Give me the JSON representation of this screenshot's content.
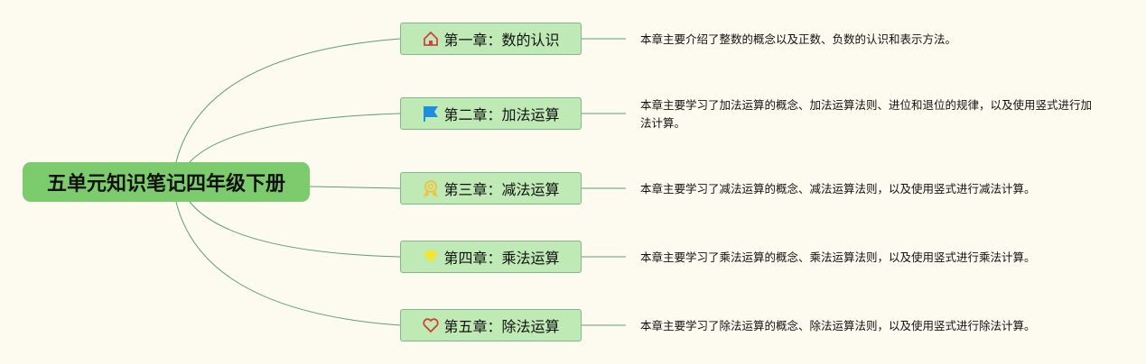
{
  "root": {
    "title": "五单元知识笔记四年级下册"
  },
  "chapters": [
    {
      "label": "第一章：数的认识",
      "icon": "home-icon",
      "desc": "本章主要介绍了整数的概念以及正数、负数的认识和表示方法。"
    },
    {
      "label": "第二章：加法运算",
      "icon": "flag-icon",
      "desc": "本章主要学习了加法运算的概念、加法运算法则、进位和退位的规律，以及使用竖式进行加法计算。"
    },
    {
      "label": "第三章：减法运算",
      "icon": "medal-icon",
      "desc": "本章主要学习了减法运算的概念、减法运算法则，以及使用竖式进行减法计算。"
    },
    {
      "label": "第四章：乘法运算",
      "icon": "diamond-icon",
      "desc": "本章主要学习了乘法运算的概念、乘法运算法则，以及使用竖式进行乘法计算。"
    },
    {
      "label": "第五章：除法运算",
      "icon": "heart-icon",
      "desc": "本章主要学习了除法运算的概念、除法运算法则，以及使用竖式进行除法计算。"
    }
  ],
  "colors": {
    "root": "#7ccb6c",
    "chapter": "#bfeab5",
    "line": "#5e9c7c",
    "background": "#fdfaf0"
  }
}
